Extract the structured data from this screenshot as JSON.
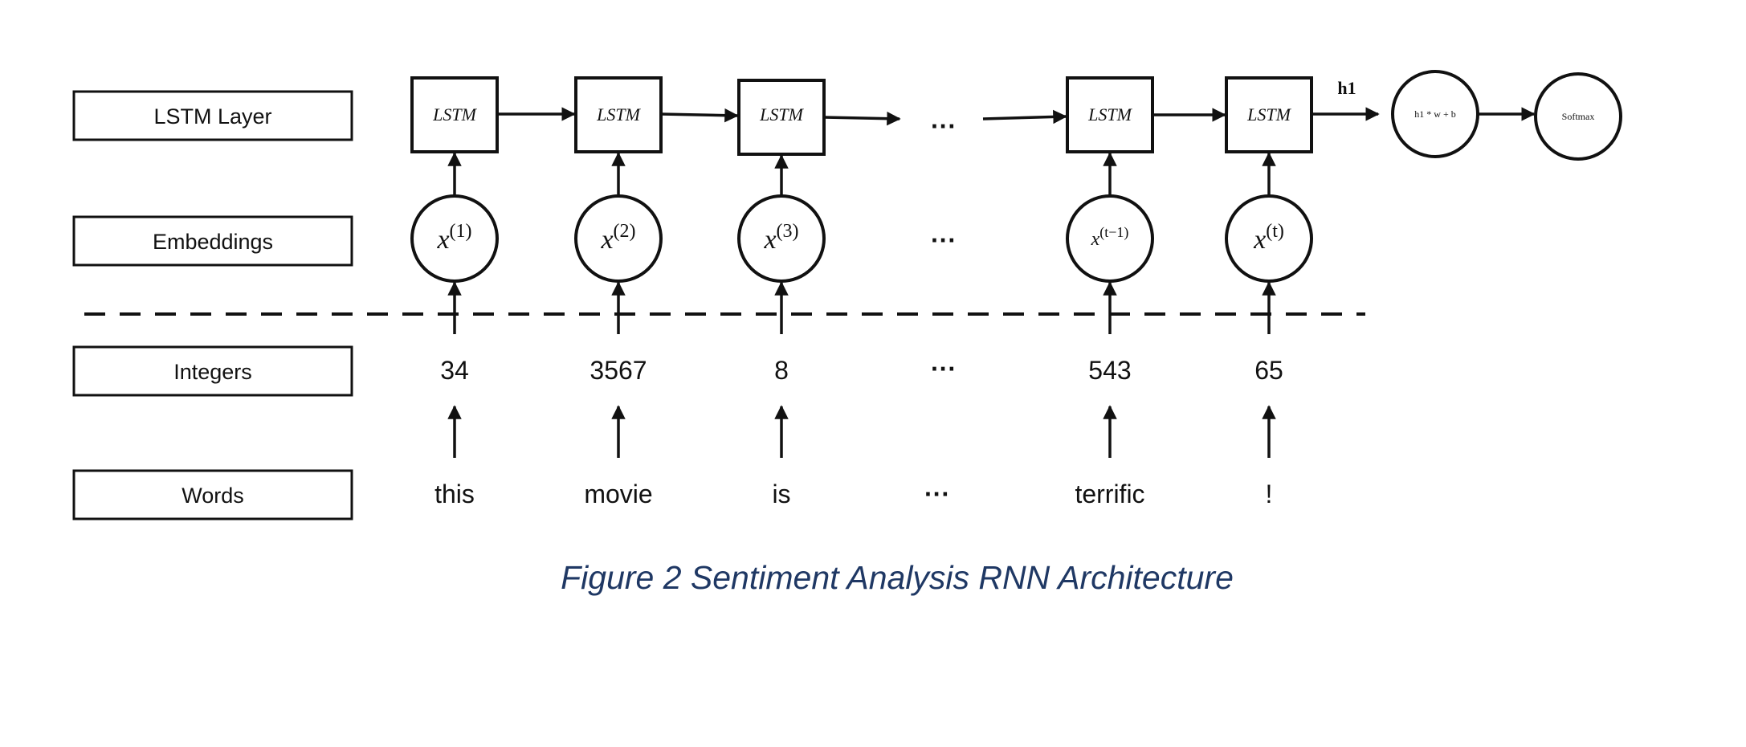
{
  "layers": {
    "lstm_label": "LSTM Layer",
    "embeddings_label": "Embeddings",
    "integers_label": "Integers",
    "words_label": "Words"
  },
  "lstm_cell_label": "LSTM",
  "ellipsis": "···",
  "columns": [
    {
      "word": "this",
      "integer": "34",
      "embedding_var": "x",
      "embedding_sup": "(1)"
    },
    {
      "word": "movie",
      "integer": "3567",
      "embedding_var": "x",
      "embedding_sup": "(2)"
    },
    {
      "word": "is",
      "integer": "8",
      "embedding_var": "x",
      "embedding_sup": "(3)"
    },
    {
      "word": "terrific",
      "integer": "543",
      "embedding_var": "x",
      "embedding_sup": "(t−1)"
    },
    {
      "word": "!",
      "integer": "65",
      "embedding_var": "x",
      "embedding_sup": "(t)"
    }
  ],
  "output": {
    "hidden_label": "h1",
    "linear_label": "h1 * w + b",
    "softmax_label": "Softmax"
  },
  "caption": "Figure 2 Sentiment Analysis RNN Architecture"
}
